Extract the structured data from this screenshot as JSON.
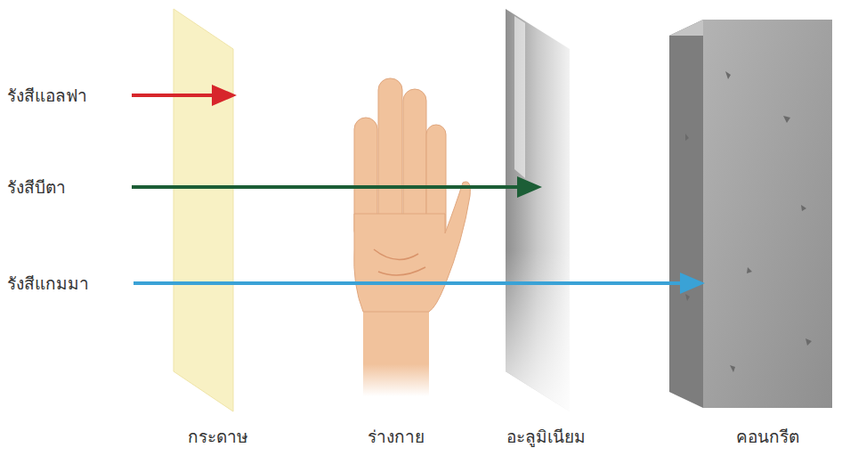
{
  "diagram": {
    "labels": [
      "รังสีแอลฟา",
      "รังสีบีตา",
      "รังสีแกมมา",
      "กระดาษ",
      "ร่างกาย",
      "อะลูมิเนียม",
      "คอนกรีต"
    ]
  }
}
